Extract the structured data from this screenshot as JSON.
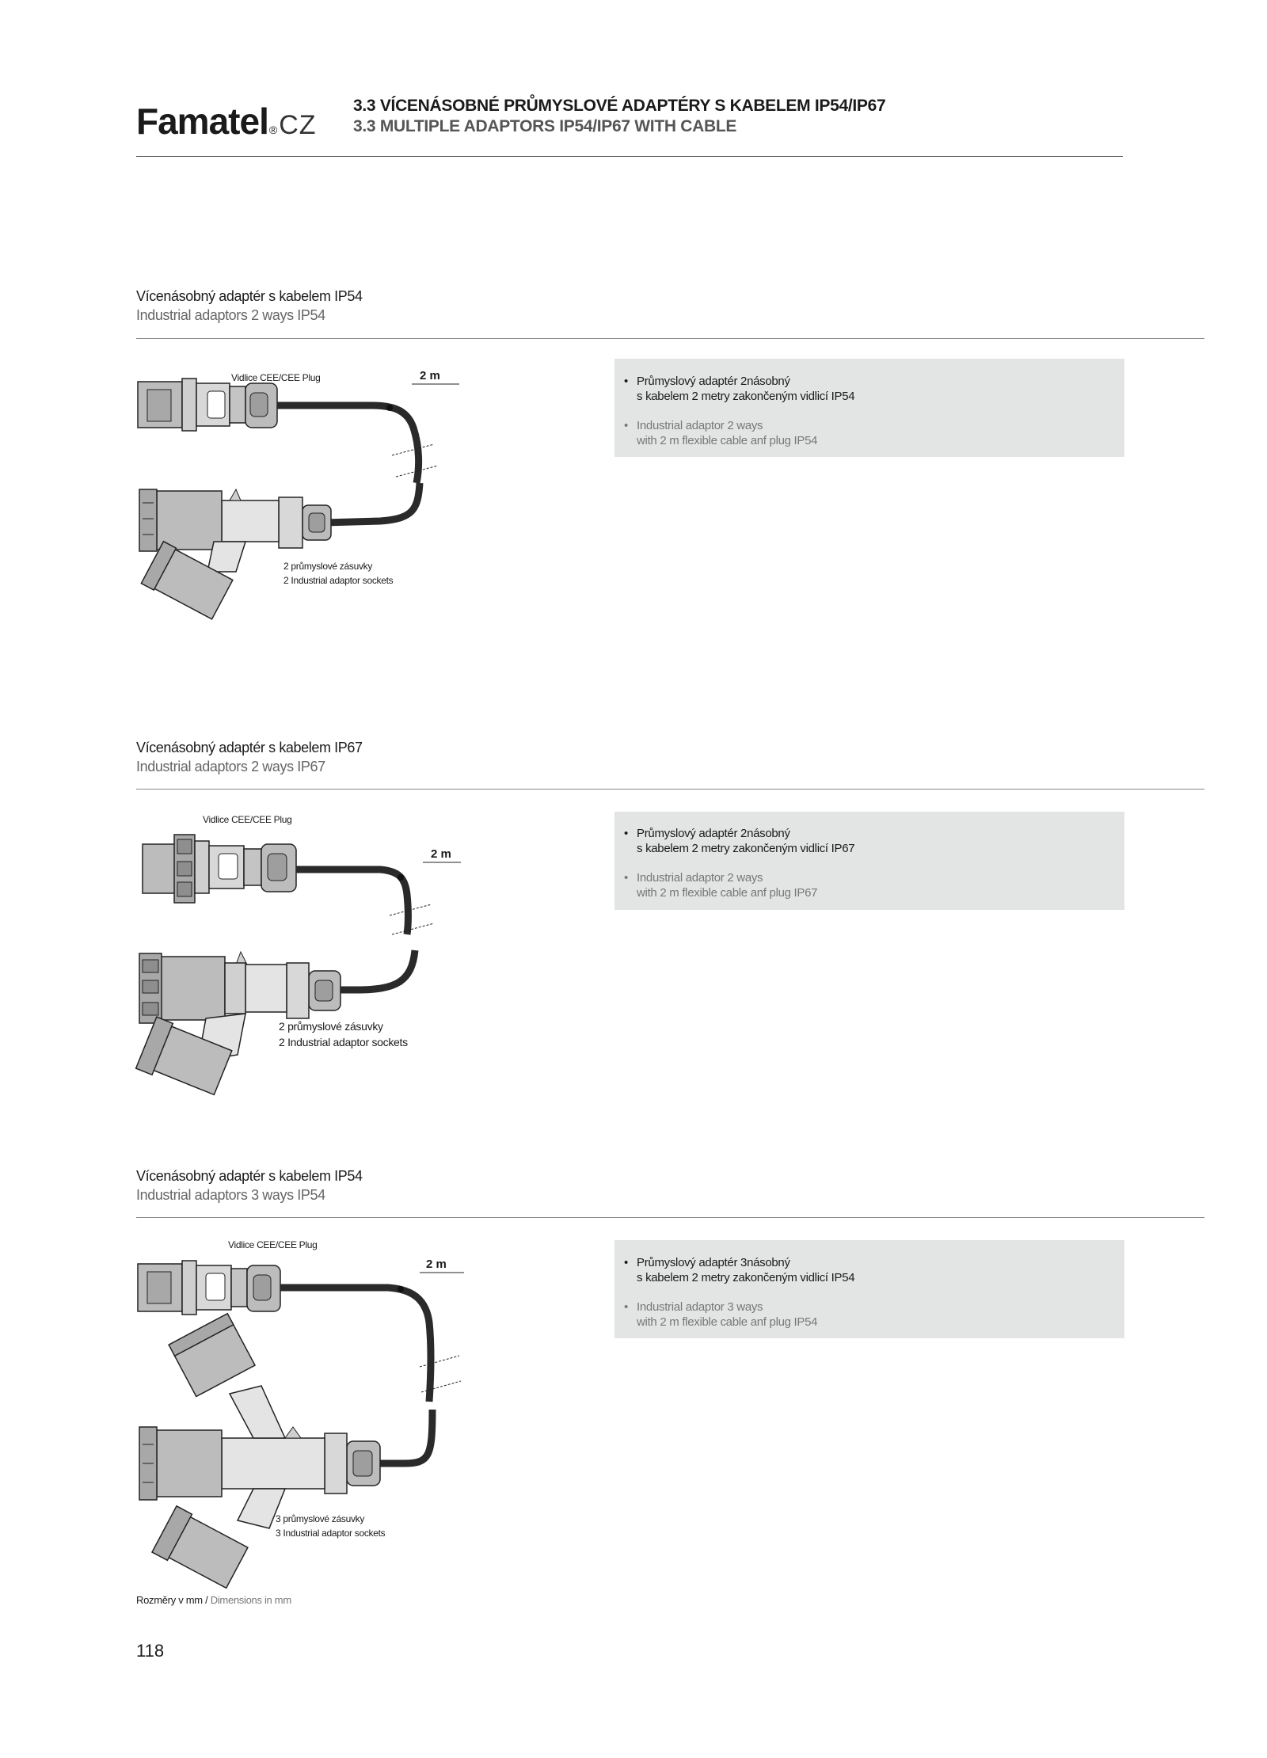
{
  "header": {
    "logo_brand": "Famatel",
    "logo_reg": "®",
    "logo_suffix": "CZ",
    "title_cz": "3.3  VÍCENÁSOBNÉ PRŮMYSLOVÉ ADAPTÉRY S KABELEM IP54/IP67",
    "title_en": "3.3  MULTIPLE ADAPTORS IP54/IP67 WITH CABLE"
  },
  "sections": [
    {
      "title_cz": "Vícenásobný adaptér s kabelem IP54",
      "title_en": "Industrial adaptors 2 ways IP54",
      "plug_label": "Vidlice CEE/CEE Plug",
      "length_label": "2 m",
      "sockets_cz": "2 průmyslové zásuvky",
      "sockets_en": "2 Industrial adaptor sockets",
      "info_cz": [
        "Průmyslový adaptér 2násobný",
        "s kabelem 2 metry zakončeným vidlicí IP54"
      ],
      "info_en": [
        "Industrial adaptor 2 ways",
        "with 2 m flexible cable anf plug IP54"
      ]
    },
    {
      "title_cz": "Vícenásobný adaptér s kabelem IP67",
      "title_en": "Industrial adaptors 2 ways IP67",
      "plug_label": "Vidlice CEE/CEE Plug",
      "length_label": "2 m",
      "sockets_cz": "2 průmyslové zásuvky",
      "sockets_en": "2 Industrial adaptor sockets",
      "info_cz": [
        "Průmyslový adaptér 2násobný",
        "s kabelem 2 metry zakončeným vidlicí IP67"
      ],
      "info_en": [
        "Industrial adaptor 2 ways",
        "with 2 m flexible cable anf plug IP67"
      ]
    },
    {
      "title_cz": "Vícenásobný adaptér s kabelem IP54",
      "title_en": "Industrial adaptors 3 ways IP54",
      "plug_label": "Vidlice CEE/CEE Plug",
      "length_label": "2 m",
      "sockets_cz": "3 průmyslové zásuvky",
      "sockets_en": "3 Industrial adaptor sockets",
      "info_cz": [
        "Průmyslový adaptér 3násobný",
        "s kabelem 2 metry zakončeným vidlicí IP54"
      ],
      "info_en": [
        "Industrial adaptor 3 ways",
        "with 2 m flexible cable anf plug IP54"
      ]
    }
  ],
  "footer": {
    "dimensions_cz": "Rozměry v mm /",
    "dimensions_en": "Dimensions in mm",
    "page_number": "118"
  },
  "colors": {
    "info_box_bg": "#e3e5e5",
    "part_grey": "#bcbcbc",
    "cable": "#2a2a2a"
  }
}
